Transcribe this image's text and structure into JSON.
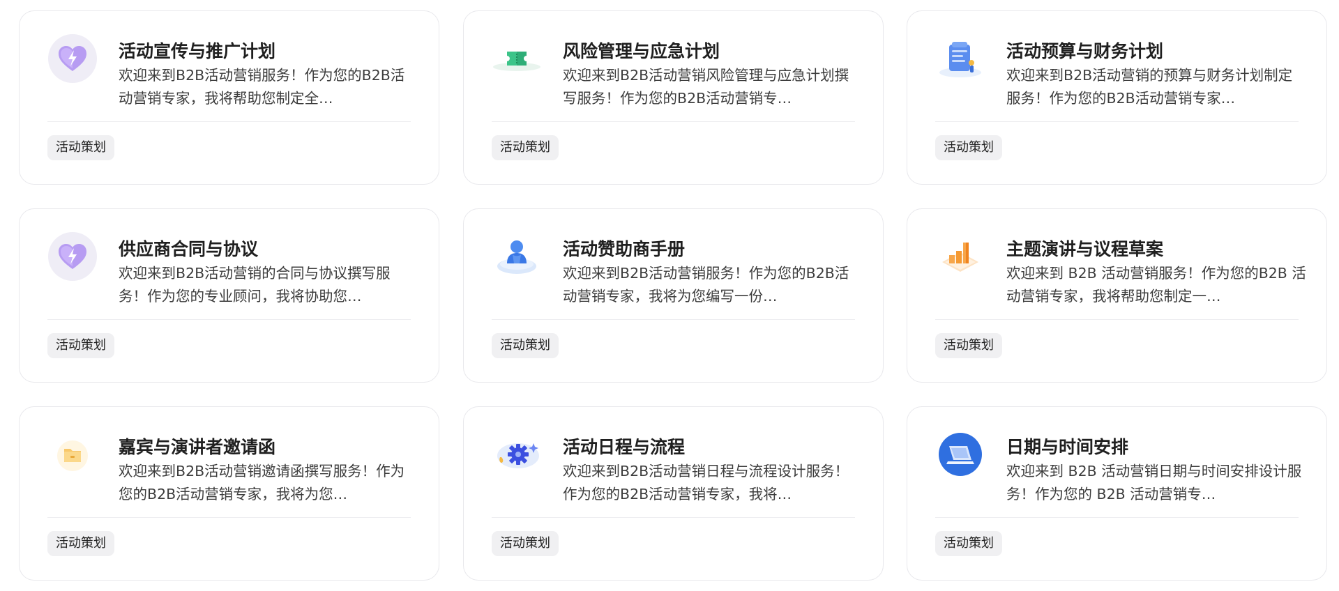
{
  "cards": [
    {
      "title": "活动宣传与推广计划",
      "desc": "欢迎来到B2B活动营销服务！作为您的B2B活动营销专家，我将帮助您制定全…",
      "tag": "活动策划",
      "icon": "heart-lightning-icon"
    },
    {
      "title": "风险管理与应急计划",
      "desc": "欢迎来到B2B活动营销风险管理与应急计划撰写服务！作为您的B2B活动营销专…",
      "tag": "活动策划",
      "icon": "green-ticket-icon"
    },
    {
      "title": "活动预算与财务计划",
      "desc": "欢迎来到B2B活动营销的预算与财务计划制定服务！作为您的B2B活动营销专家…",
      "tag": "活动策划",
      "icon": "budget-board-icon"
    },
    {
      "title": "供应商合同与协议",
      "desc": "欢迎来到B2B活动营销的合同与协议撰写服务！作为您的专业顾问，我将协助您…",
      "tag": "活动策划",
      "icon": "heart-lightning-icon"
    },
    {
      "title": "活动赞助商手册",
      "desc": "欢迎来到B2B活动营销服务！作为您的B2B活动营销专家，我将为您编写一份…",
      "tag": "活动策划",
      "icon": "person-cloud-icon"
    },
    {
      "title": "主题演讲与议程草案",
      "desc": "欢迎来到 B2B 活动营销服务！作为您的B2B 活动营销专家，我将帮助您制定一…",
      "tag": "活动策划",
      "icon": "bar-chart-icon"
    },
    {
      "title": "嘉宾与演讲者邀请函",
      "desc": "欢迎来到B2B活动营销邀请函撰写服务！作为您的B2B活动营销专家，我将为您…",
      "tag": "活动策划",
      "icon": "folder-icon"
    },
    {
      "title": "活动日程与流程",
      "desc": "欢迎来到B2B活动营销日程与流程设计服务！作为您的B2B活动营销专家，我将…",
      "tag": "活动策划",
      "icon": "gear-cloud-icon"
    },
    {
      "title": "日期与时间安排",
      "desc": "欢迎来到 B2B 活动营销日期与时间安排设计服务！作为您的 B2B 活动营销专…",
      "tag": "活动策划",
      "icon": "laptop-icon"
    }
  ]
}
